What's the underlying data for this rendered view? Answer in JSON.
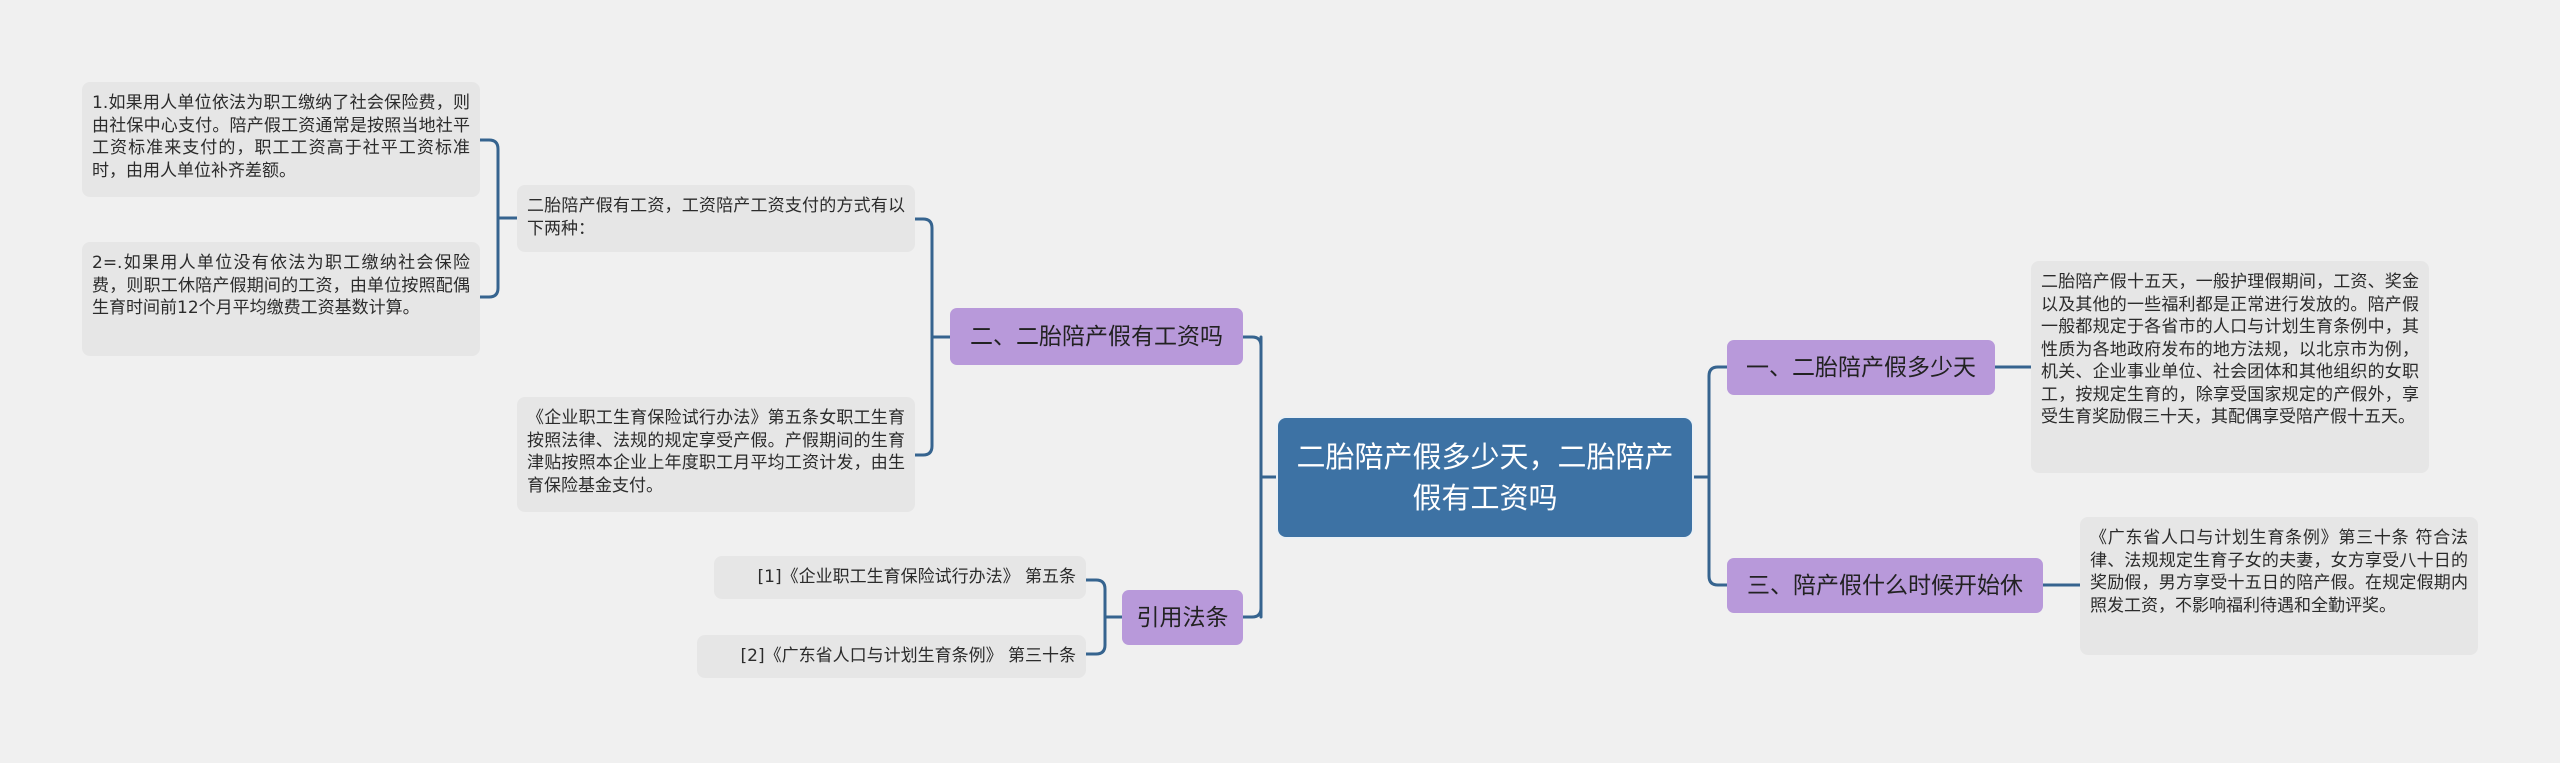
{
  "root": {
    "title": "二胎陪产假多少天，二胎陪产假有工资吗"
  },
  "colors": {
    "background": "#f0f0f0",
    "root_fill": "#3d72a4",
    "topic_fill": "#b899da",
    "leaf_fill": "#e6e6e6",
    "link": "#36648f"
  },
  "left_branches": [
    {
      "title": "二、二胎陪产假有工资吗",
      "children": [
        {
          "text": "二胎陪产假有工资，工资陪产工资支付的方式有以下两种：",
          "children": [
            {
              "text": "1.如果用人单位依法为职工缴纳了社会保险费，则由社保中心支付。陪产假工资通常是按照当地社平工资标准来支付的，职工工资高于社平工资标准时，由用人单位补齐差额。"
            },
            {
              "text": "2=.如果用人单位没有依法为职工缴纳社会保险费，则职工休陪产假期间的工资，由单位按照配偶生育时间前12个月平均缴费工资基数计算。"
            }
          ]
        },
        {
          "text": "《企业职工生育保险试行办法》第五条女职工生育按照法律、法规的规定享受产假。产假期间的生育津贴按照本企业上年度职工月平均工资计发，由生育保险基金支付。"
        }
      ]
    },
    {
      "title": "引用法条",
      "children": [
        {
          "text": "[1]《企业职工生育保险试行办法》 第五条"
        },
        {
          "text": "[2]《广东省人口与计划生育条例》 第三十条"
        }
      ]
    }
  ],
  "right_branches": [
    {
      "title": "一、二胎陪产假多少天",
      "children": [
        {
          "text": "二胎陪产假十五天，一般护理假期间，工资、奖金以及其他的一些福利都是正常进行发放的。陪产假一般都规定于各省市的人口与计划生育条例中，其性质为各地政府发布的地方法规，以北京市为例，机关、企业事业单位、社会团体和其他组织的女职工，按规定生育的，除享受国家规定的产假外，享受生育奖励假三十天，其配偶享受陪产假十五天。"
        }
      ]
    },
    {
      "title": "三、陪产假什么时候开始休",
      "children": [
        {
          "text": "《广东省人口与计划生育条例》第三十条  符合法律、法规规定生育子女的夫妻，女方享受八十日的奖励假，男方享受十五日的陪产假。在规定假期内照发工资，不影响福利待遇和全勤评奖。"
        }
      ]
    }
  ]
}
